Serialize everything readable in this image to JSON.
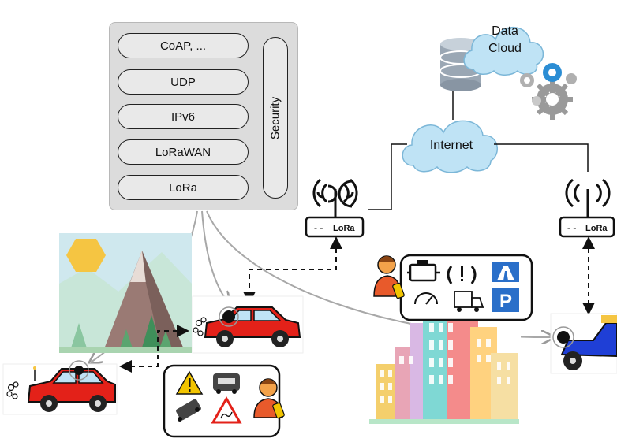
{
  "stack": {
    "layers": [
      "CoAP, ...",
      "UDP",
      "IPv6",
      "LoRaWAN",
      "LoRa"
    ],
    "security": "Security"
  },
  "cloud": {
    "line1": "Data",
    "line2": "Cloud"
  },
  "internet": "Internet",
  "gateway": {
    "label": "LoRa",
    "dashes": "- -"
  },
  "colors": {
    "car": "#e32119",
    "scooter": "#1f3fd6",
    "cloud": "#bfe3f5",
    "road_sign": "#2a6fc9",
    "warning": "#f2c400"
  }
}
